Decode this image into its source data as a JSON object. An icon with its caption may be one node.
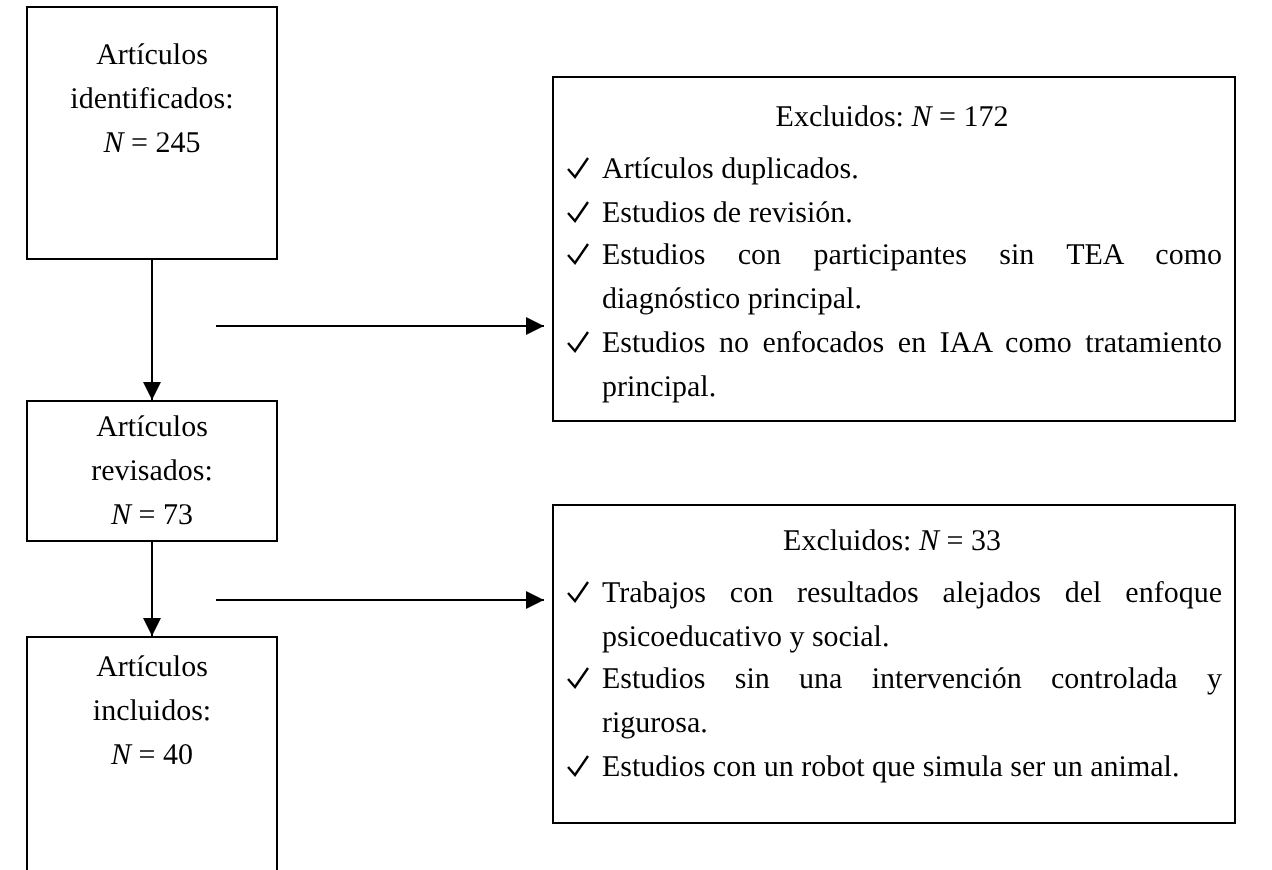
{
  "diagram": {
    "nodes": [
      {
        "text": [
          "Artículos identificados:",
          "*N* = 245"
        ]
      },
      {
        "text": [
          "Excluidos: *N* = 172",
          "Artículos duplicados.",
          "Estudios de revisión.",
          "Estudios con participantes sin TEA como diagnóstico principal.",
          "Estudios no enfocados en IAA como tratamiento principal."
        ]
      },
      {
        "text": [
          "Artículos revisados:",
          "*N* = 73"
        ]
      },
      {
        "text": [
          "Excluidos: *N* = 33",
          "Trabajos con resultados alejados del enfoque psicoeducativo y social.",
          "Estudios sin una intervención controlada y rigurosa.",
          "Estudios con un robot que simula ser un animal."
        ]
      },
      {
        "text": [
          "Artículos incluidos:",
          "*N* = 40"
        ]
      }
    ],
    "edges": [
      {
        "from": 0,
        "to": 2,
        "arrow": "to"
      },
      {
        "from": null,
        "to": 1,
        "arrow": "to"
      },
      {
        "from": 2,
        "to": 4,
        "arrow": "to"
      },
      {
        "from": null,
        "to": 3,
        "arrow": "to"
      }
    ]
  }
}
